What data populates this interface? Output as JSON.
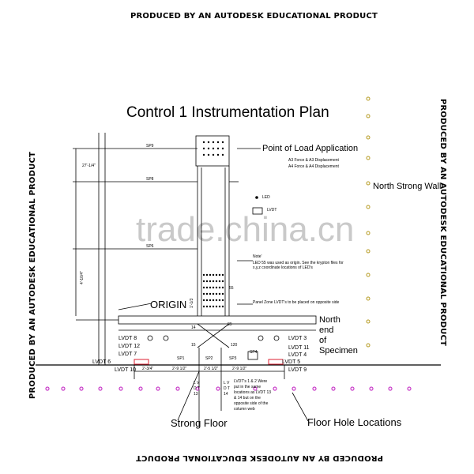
{
  "watermark_stamp": "PRODUCED BY AN AUTODESK EDUCATIONAL PRODUCT",
  "title": "Control 1 Instrumentation Plan",
  "watermark_site": "trade.china.cn",
  "labels": {
    "point_of_load": "Point of Load Application",
    "a3": "A3 Force & A3 Displacement",
    "a4": "A4 Force & A4 Displacement",
    "north_wall": "North Strong Wall",
    "led": "LED",
    "lvdt_legend": "LVDT",
    "note_title": "Note'",
    "note_body": "LED 55 was used as origin. See the krypton files for x,y,z coordinate locations of LED's",
    "panel_zone": "Panel Zone LVDT's to be placed on opposite side",
    "origin": "ORIGIN",
    "north_end": "North",
    "north_end2": "end",
    "north_end3": "of",
    "north_end4": "Specimen",
    "strong_floor": "Strong Floor",
    "floor_holes": "Floor Hole Locations",
    "lvdt_note": "LVDT's 1 & 2 Were put in the same locations as LVDT 13 & 14 but on the opposite side of the column web"
  },
  "sp": [
    "SP9",
    "SP8",
    "SP6",
    "SP1",
    "SP2",
    "SP3",
    "SP4"
  ],
  "lvdt": {
    "l8": "LVDT 8",
    "l12": "LVDT 12",
    "l7": "LVDT 7",
    "l6": "LVDT 6",
    "l10": "LVDT 10",
    "l3": "LVDT 3",
    "l11": "LVDT 11",
    "l4": "LVDT 4",
    "l5": "LVDT 5",
    "l9": "LVDT 9",
    "v13": "L V D T 13",
    "v14": "L V D T 14"
  },
  "dims": {
    "d1": "27'-1/4\"",
    "d2": "4'-10/4\"",
    "d3": "2'-3/4\"",
    "d4": "2'-9 1/2\"",
    "d5": "2'-5 1/2\"",
    "d6": "2'-9 1/2\"",
    "d7": "1'-1/3"
  },
  "points": {
    "p14": "14",
    "p89": "89",
    "p15": "15",
    "p120": "120",
    "p55": "55"
  }
}
